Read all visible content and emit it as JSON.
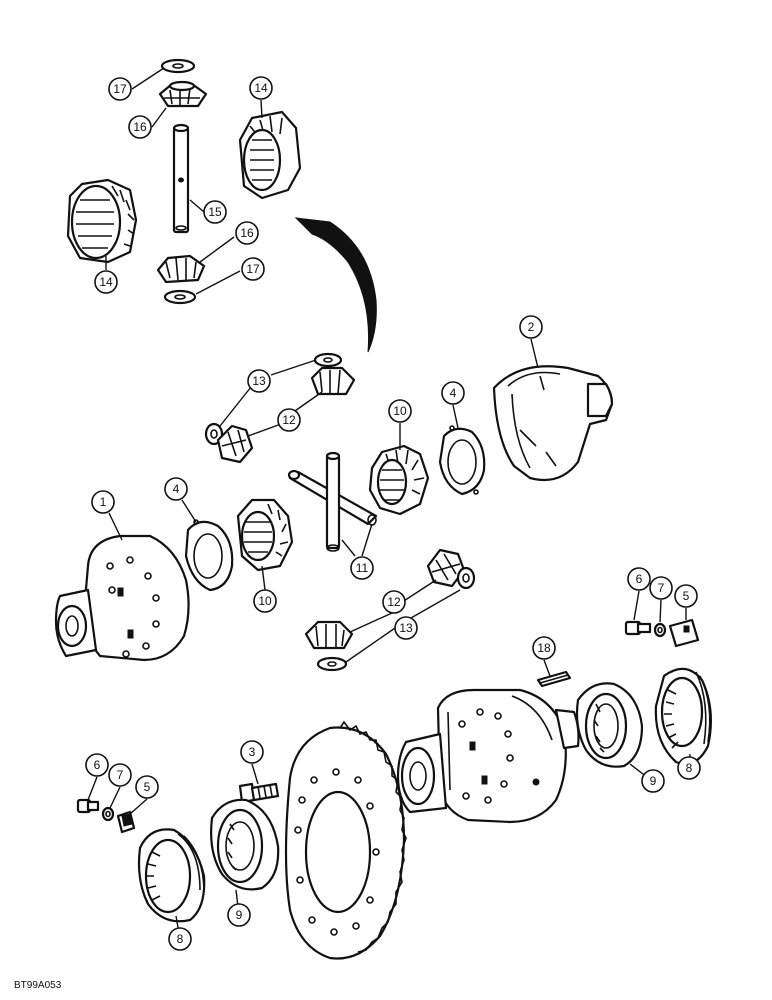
{
  "figure_id": "BT99A053",
  "callouts": [
    {
      "label": "17"
    },
    {
      "label": "16"
    },
    {
      "label": "14"
    },
    {
      "label": "15"
    },
    {
      "label": "14"
    },
    {
      "label": "16"
    },
    {
      "label": "17"
    },
    {
      "label": "2"
    },
    {
      "label": "13"
    },
    {
      "label": "12"
    },
    {
      "label": "10"
    },
    {
      "label": "4"
    },
    {
      "label": "1"
    },
    {
      "label": "4"
    },
    {
      "label": "10"
    },
    {
      "label": "11"
    },
    {
      "label": "6"
    },
    {
      "label": "7"
    },
    {
      "label": "5"
    },
    {
      "label": "12"
    },
    {
      "label": "13"
    },
    {
      "label": "18"
    },
    {
      "label": "3"
    },
    {
      "label": "6"
    },
    {
      "label": "7"
    },
    {
      "label": "5"
    },
    {
      "label": "9"
    },
    {
      "label": "8"
    },
    {
      "label": "9"
    },
    {
      "label": "8"
    }
  ],
  "icons": [
    "differential-pinion-gear",
    "side-gear",
    "thrust-washer",
    "pinion-shaft",
    "cross-shaft",
    "differential-case",
    "ring-gear",
    "bearing",
    "adjuster-nut",
    "bolt",
    "lock-washer",
    "lock-tab",
    "roll-pin"
  ]
}
